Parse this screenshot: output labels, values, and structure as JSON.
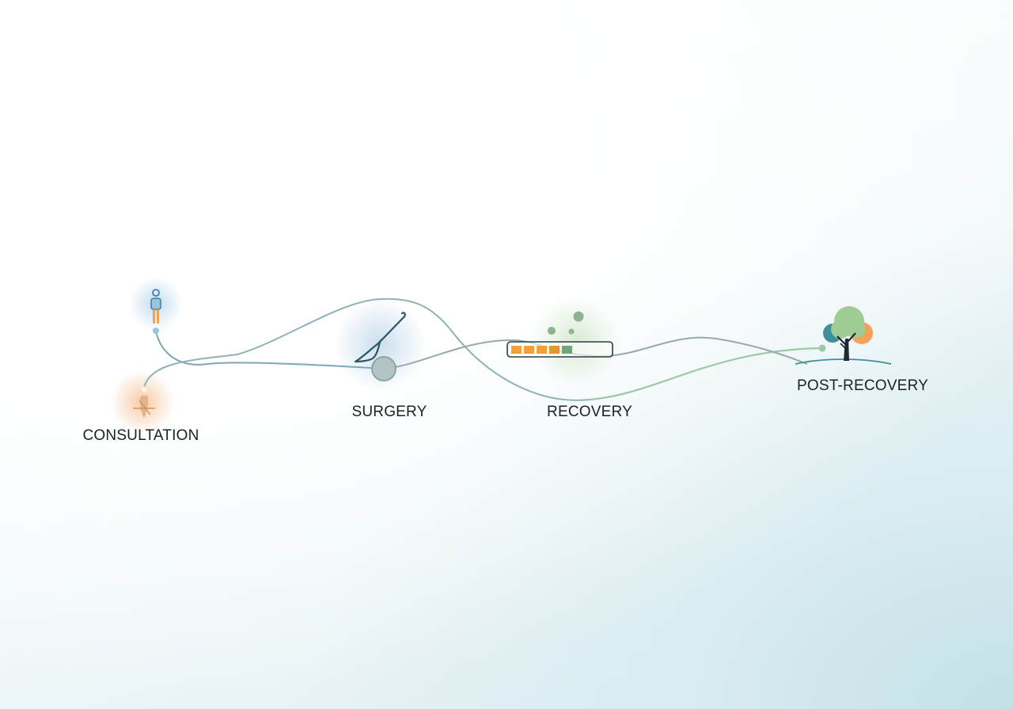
{
  "stages": [
    {
      "id": "consultation",
      "label": "CONSULTATION",
      "icon": "person-icon"
    },
    {
      "id": "surgery",
      "label": "SURGERY",
      "icon": "scalpel-icon"
    },
    {
      "id": "recovery",
      "label": "RECOVERY",
      "icon": "progress-bar-icon"
    },
    {
      "id": "post-recovery",
      "label": "POST-RECOVERY",
      "icon": "tree-icon"
    }
  ],
  "recovery_progress": {
    "filled_segments": 4,
    "total_segments": 5,
    "segment_colors": [
      "#f0a03c",
      "#f0a03c",
      "#f0a03c",
      "#e0973a",
      "#6fa878"
    ]
  },
  "colors": {
    "path_blue": "#7fa8b6",
    "path_green": "#9cc9a6",
    "path_grey": "#8fa2a4",
    "glow_blue": "#bcd9ee",
    "glow_orange": "#f6c9a0",
    "glow_green": "#d6ead0",
    "tree_green": "#9fcb95",
    "tree_teal": "#3d8f9a",
    "tree_orange": "#f2a25a",
    "label_text": "#1b2128"
  }
}
